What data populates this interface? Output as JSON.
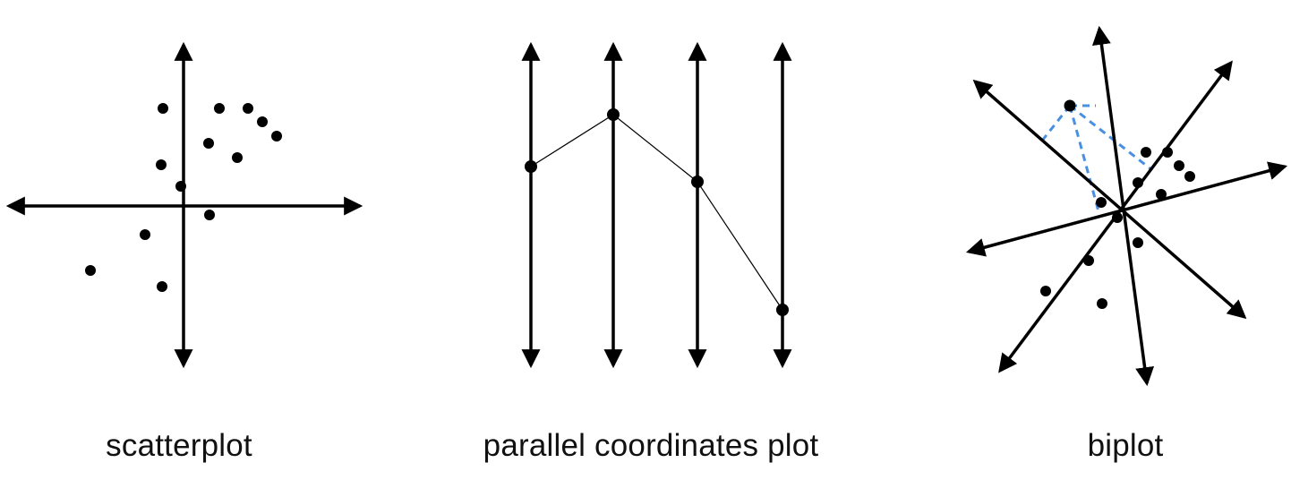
{
  "panels": {
    "scatterplot": {
      "label": "scatterplot"
    },
    "parallel": {
      "label": "parallel coordinates plot"
    },
    "biplot": {
      "label": "biplot"
    }
  },
  "colors": {
    "axis": "#000000",
    "point": "#000000",
    "projection": "#4a90e2"
  }
}
